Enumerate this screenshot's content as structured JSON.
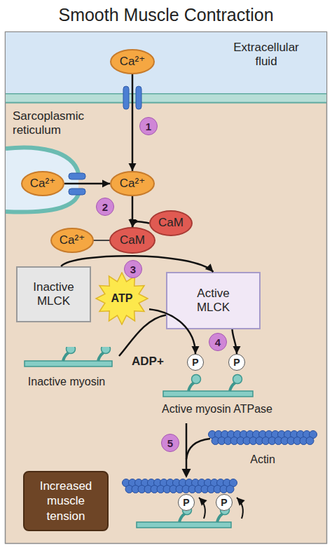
{
  "diagram": {
    "title": "Smooth Muscle Contraction",
    "nodes": [
      {
        "text": [
          "Extracellular fluid"
        ]
      },
      {
        "text": [
          "Ca²⁺"
        ],
        "in": 0
      },
      {
        "text": [
          "Sarcoplasmic reticulum"
        ]
      },
      {
        "text": [
          "Ca²⁺"
        ],
        "in": 2
      },
      {
        "text": [
          "Ca²⁺"
        ]
      },
      {
        "text": [
          "CaM"
        ]
      },
      {
        "text": [
          "Ca²⁺"
        ]
      },
      {
        "text": [
          "CaM"
        ]
      },
      {
        "text": [
          "Inactive MLCK"
        ]
      },
      {
        "text": [
          "ATP"
        ]
      },
      {
        "text": [
          "Active MLCK"
        ]
      },
      {
        "text": [
          "Inactive myosin"
        ]
      },
      {
        "text": [
          "Active myosin ATPase"
        ]
      },
      {
        "text": [
          "P"
        ],
        "in": 12
      },
      {
        "text": [
          "P"
        ],
        "in": 12
      },
      {
        "text": [
          "Actin"
        ]
      },
      {
        "text": [
          "Increased muscle tension"
        ]
      },
      {
        "text": [
          "P"
        ]
      },
      {
        "text": [
          "P"
        ]
      }
    ],
    "edges": [
      {
        "from": 1,
        "to": 4,
        "arrow": "to"
      },
      {
        "from": 3,
        "to": 4,
        "arrow": "to"
      },
      {
        "from": 4,
        "to": 7,
        "arrow": "to"
      },
      {
        "from": 5,
        "to": 7,
        "arrow": "to"
      },
      {
        "from": 8,
        "to": 10,
        "arrow": "to"
      },
      {
        "from": 9,
        "to": 13,
        "arrow": "to"
      },
      {
        "from": 10,
        "to": 11,
        "arrow": "none"
      },
      {
        "from": 10,
        "to": 14,
        "arrow": "to"
      }
    ],
    "labels": [
      "1",
      "2",
      "3",
      "4",
      "5",
      "ADP+"
    ]
  }
}
